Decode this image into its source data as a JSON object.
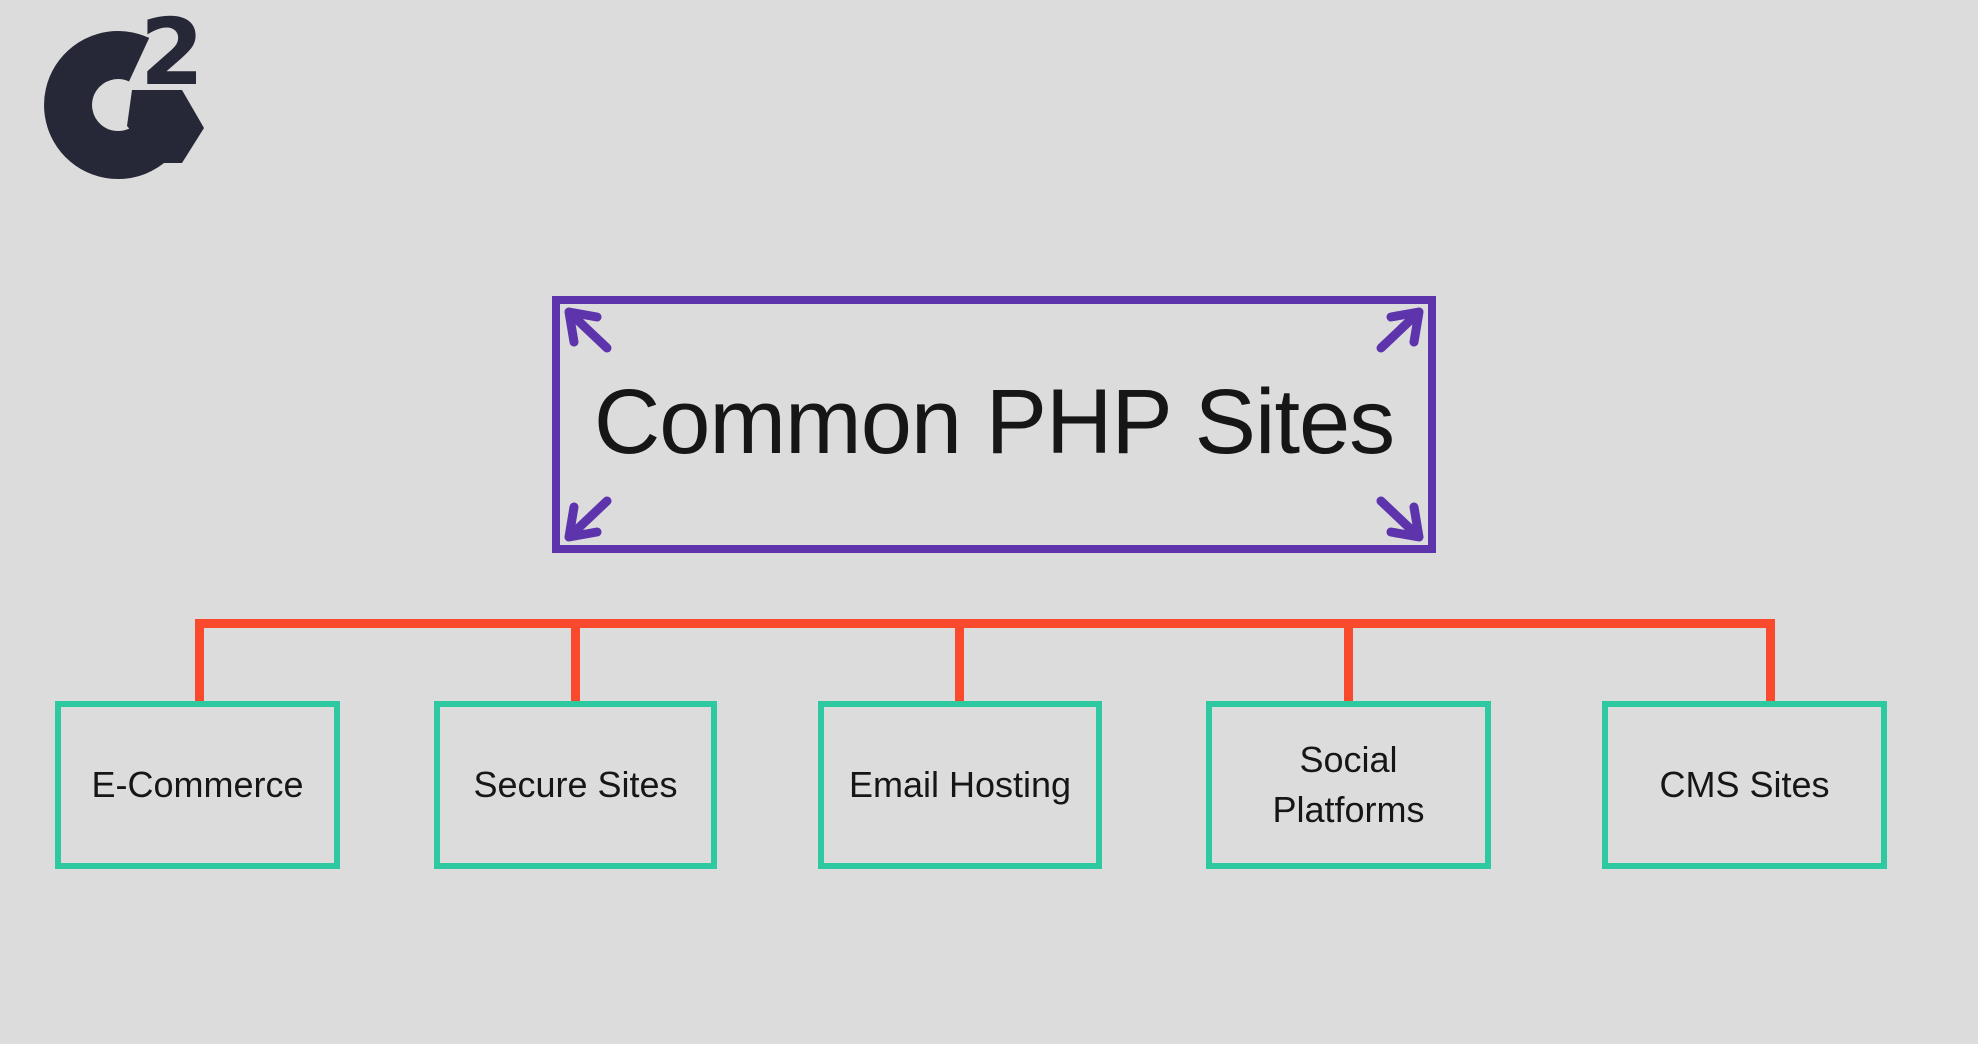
{
  "logo": {
    "alt": "G2 logo",
    "superscript": "2"
  },
  "colors": {
    "background": "#dcdcdc",
    "accent_purple": "#5e34ad",
    "accent_red": "#fa4a2e",
    "accent_teal": "#2ec9a0",
    "logo": "#262837",
    "text": "#161616"
  },
  "root_node": {
    "label": "Common PHP Sites"
  },
  "nodes": [
    {
      "label": "E-Commerce"
    },
    {
      "label": "Secure Sites"
    },
    {
      "label": "Email Hosting"
    },
    {
      "label": "Social Platforms"
    },
    {
      "label": "CMS Sites"
    }
  ]
}
